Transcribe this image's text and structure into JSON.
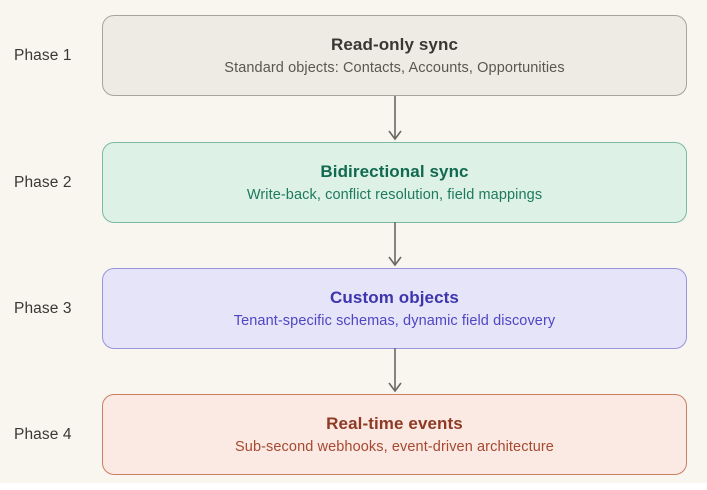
{
  "diagram": {
    "background_color": "#f8f6ef",
    "arrow_color": "#6b6864",
    "phases": [
      {
        "label": "Phase 1",
        "title": "Read-only sync",
        "subtitle": "Standard objects: Contacts, Accounts, Opportunities",
        "fill_color": "#edebe3",
        "border_color": "#a8a49a",
        "title_color": "#393732",
        "subtitle_color": "#5a5750"
      },
      {
        "label": "Phase 2",
        "title": "Bidirectional sync",
        "subtitle": "Write-back, conflict resolution, field mappings",
        "fill_color": "#ddf1e6",
        "border_color": "#7cb9a2",
        "title_color": "#116a50",
        "subtitle_color": "#1d7a5f"
      },
      {
        "label": "Phase 3",
        "title": "Custom objects",
        "subtitle": "Tenant-specific schemas, dynamic field discovery",
        "fill_color": "#e6e4f8",
        "border_color": "#9a93de",
        "title_color": "#3d35ad",
        "subtitle_color": "#4f46c4"
      },
      {
        "label": "Phase 4",
        "title": "Real-time events",
        "subtitle": "Sub-second webhooks, event-driven architecture",
        "fill_color": "#fbe9e4",
        "border_color": "#c97e62",
        "title_color": "#8e3a24",
        "subtitle_color": "#a54a30"
      }
    ]
  }
}
